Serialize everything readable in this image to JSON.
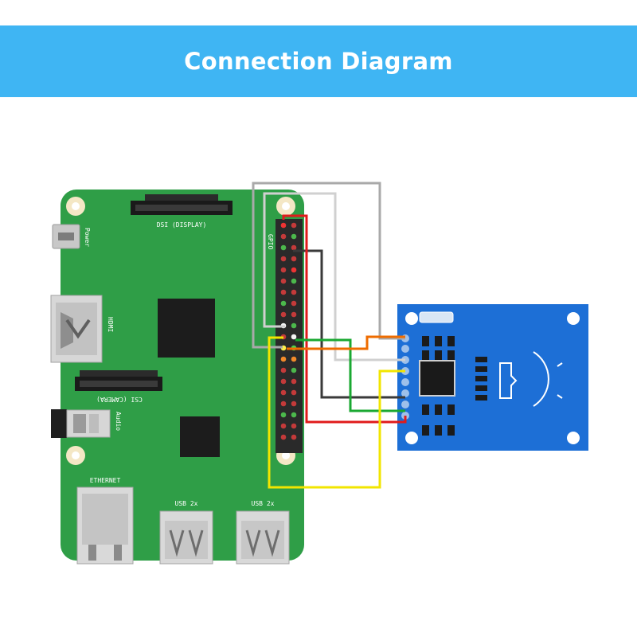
{
  "title": "Connection Diagram",
  "board": {
    "labels": {
      "power": "Power",
      "dsi": "DSI (DISPLAY)",
      "hdmi": "HDMI",
      "csi": "CSI (CAMERA)",
      "audio": "Audio",
      "gpio": "GPIO",
      "ethernet": "ETHERNET",
      "usb1": "USB 2x",
      "usb2": "USB 2x"
    }
  },
  "colors": {
    "banner": "#3fb5f3",
    "pcb": "#2f9e47",
    "rfid_board": "#1d6fd6",
    "wire_red": "#e01b1b",
    "wire_black": "#3a3a3a",
    "wire_green": "#1aa832",
    "wire_orange": "#ef6c00",
    "wire_yellow": "#f2e500",
    "wire_gray": "#a9a9a9",
    "wire_white": "#d0d0d0"
  }
}
